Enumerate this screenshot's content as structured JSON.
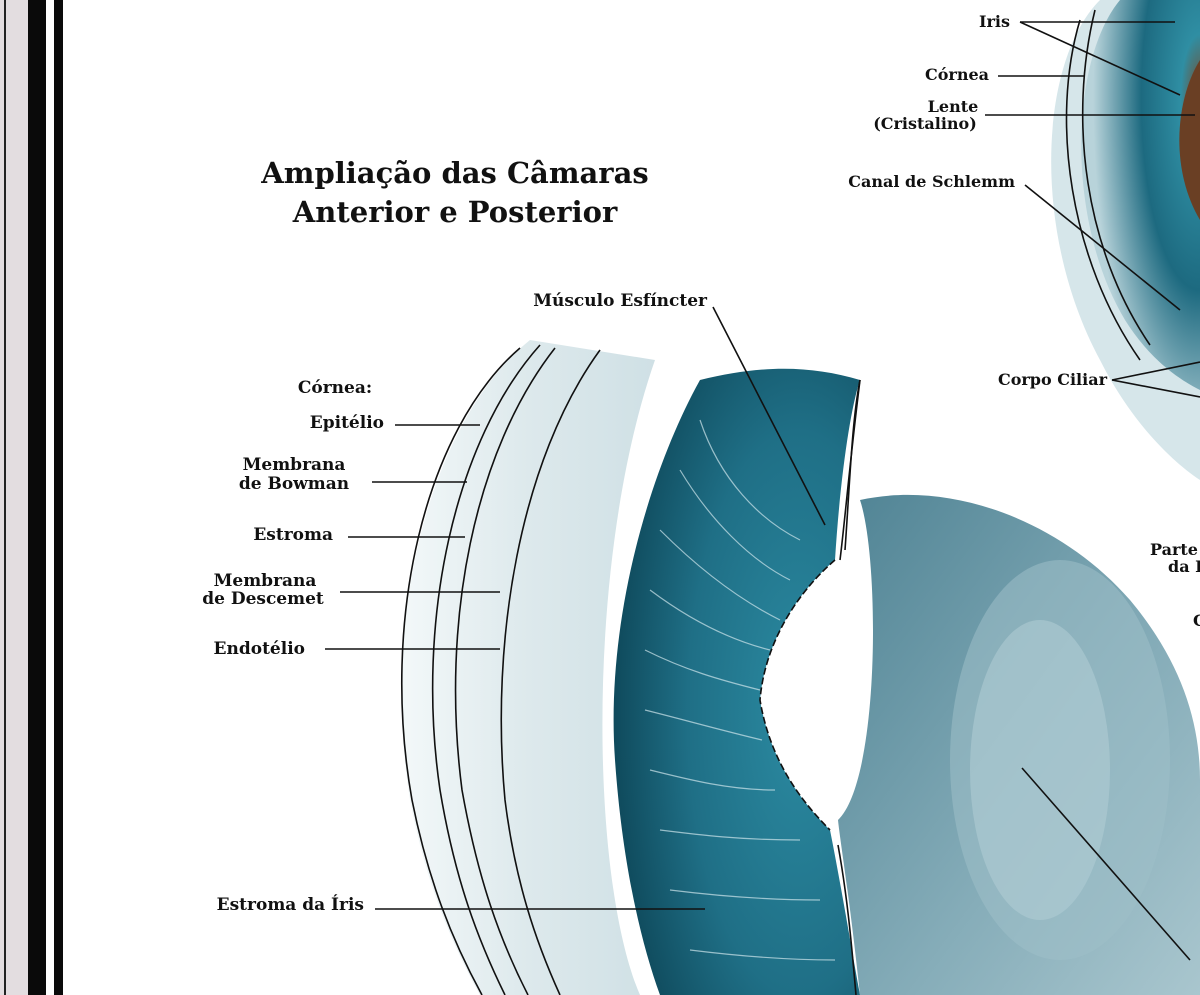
{
  "title": {
    "line1": "Ampliação das Câmaras",
    "line2": "Anterior e Posterior"
  },
  "labels": {
    "iris": "Iris",
    "cornea_top": "Córnea",
    "lente_1": "Lente",
    "lente_2": "(Cristalino)",
    "canal": "Canal de Schlemm",
    "corpo_ciliar": "Corpo Ciliar",
    "parte_1": "Parte",
    "parte_2": "da I",
    "partial_c": "C",
    "musculo": "Músculo Esfíncter",
    "cornea_heading": "Córnea:",
    "epitelio": "Epitélio",
    "bowman_1": "Membrana",
    "bowman_2": "de Bowman",
    "estroma": "Estroma",
    "descemet_1": "Membrana",
    "descemet_2": "de Descemet",
    "endotelio": "Endotélio",
    "estroma_iris": "Estroma da Íris"
  },
  "colors": {
    "iris_teal": "#1f6f86",
    "iris_dark": "#0f4a5c",
    "cornea_pale": "#e2eef1",
    "lens_blue": "#7fa7b3",
    "pupil_rim": "#6b3a22",
    "muscle_pink": "#d98a92",
    "frame_gray": "#dcd6d8"
  }
}
